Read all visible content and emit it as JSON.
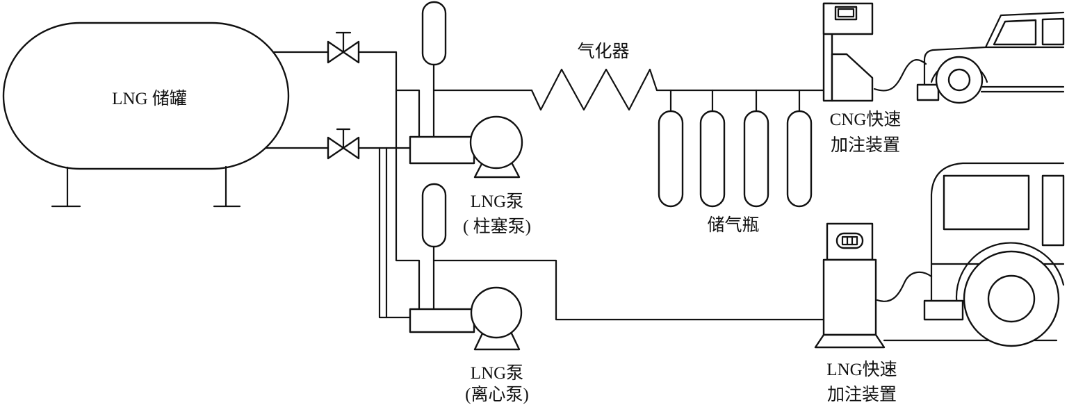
{
  "diagram": {
    "tank_label": "LNG 储罐",
    "vaporizer_label": "气化器",
    "plunger_pump": {
      "line1": "LNG泵",
      "line2": "( 柱塞泵)"
    },
    "storage_cylinders_label": "储气瓶",
    "centrifugal_pump": {
      "line1": "LNG泵",
      "line2": "(离心泵)"
    },
    "cng_dispenser": {
      "line1": "CNG快速",
      "line2": "加注装置"
    },
    "lng_dispenser": {
      "line1": "LNG快速",
      "line2": "加注装置"
    }
  }
}
